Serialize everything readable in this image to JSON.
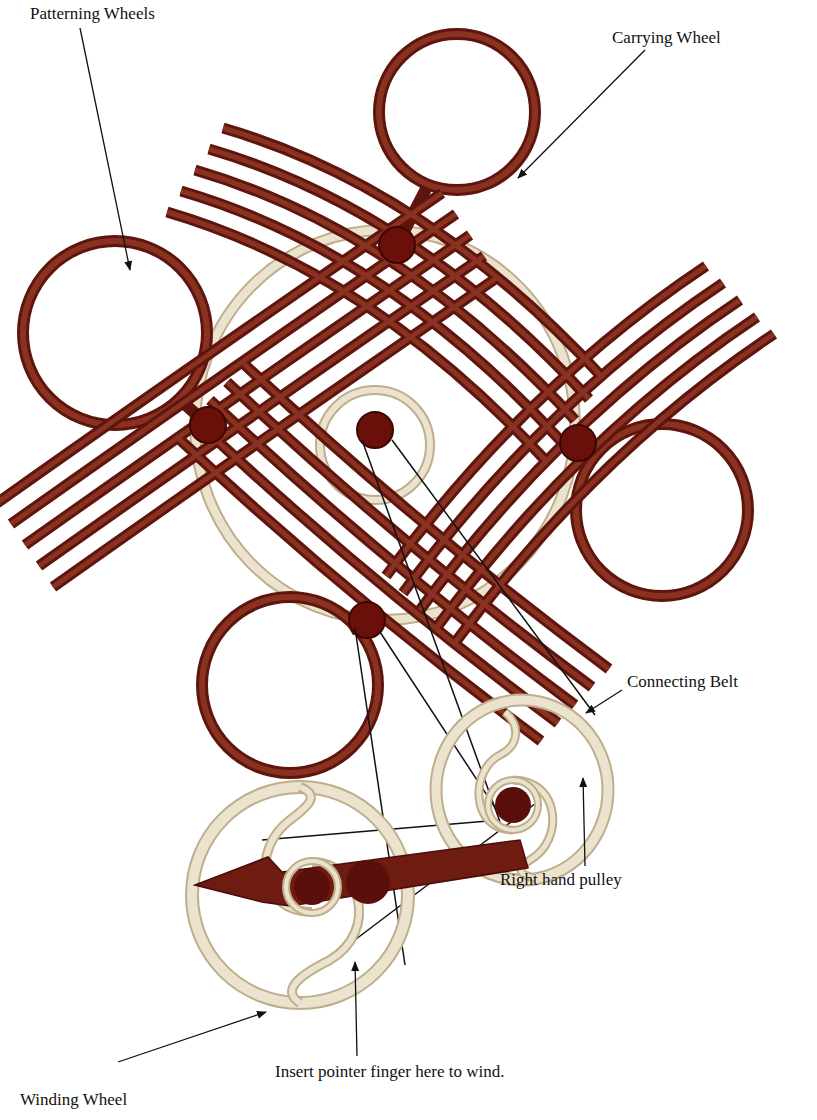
{
  "diagram": {
    "labels": [
      "Patterning Wheels",
      "Carrying Wheel",
      "Connecting Belt",
      "Right hand pulley",
      "Insert pointer finger here to wind.",
      "Winding Wheel"
    ]
  }
}
